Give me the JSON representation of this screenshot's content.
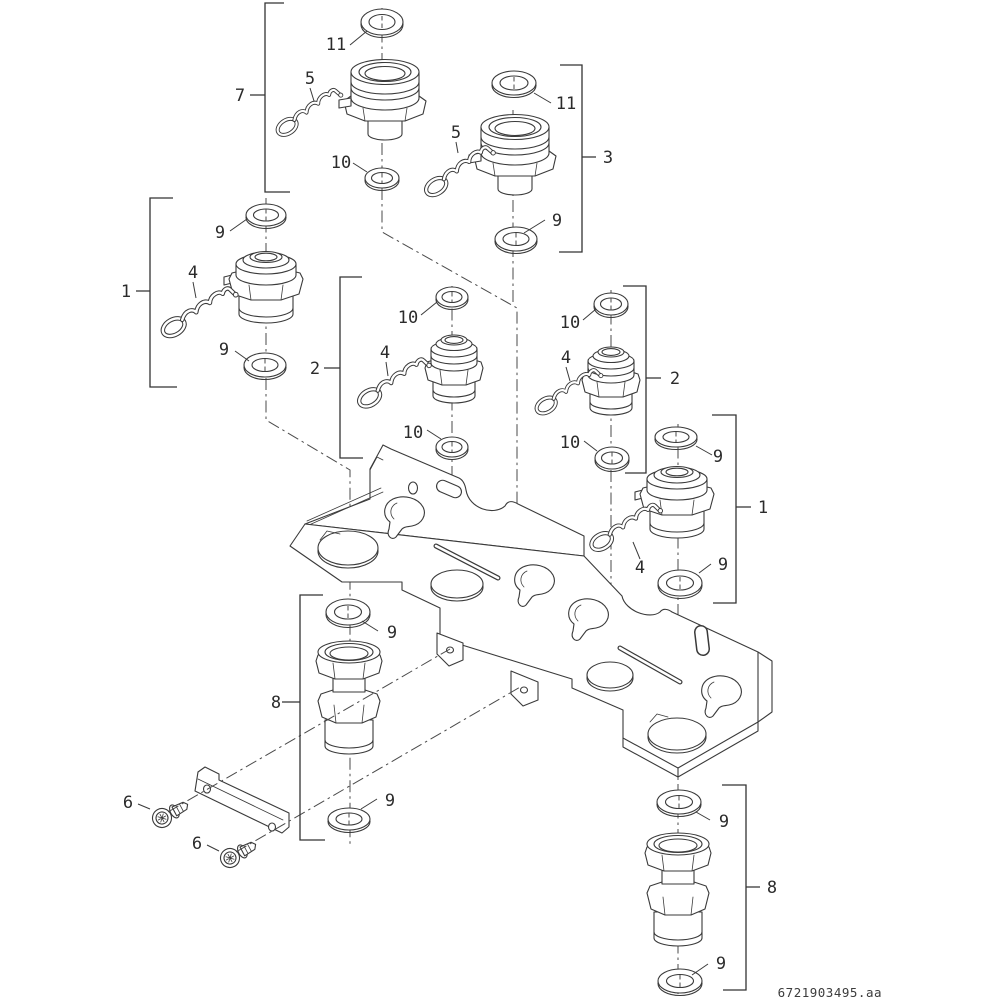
{
  "diagram": {
    "drawing_code": "6721903495.aa",
    "colors": {
      "line": "#3a3a3a",
      "label": "#2b2b2b",
      "background": "#ffffff"
    },
    "assemblies": {
      "top_left": {
        "bracket_label": "7",
        "oring_top_label": "11",
        "clip_label": "5",
        "oring_bottom_label": "10"
      },
      "top_right": {
        "bracket_label": "3",
        "oring_top_label": "11",
        "clip_label": "5",
        "oring_bottom_label": "9"
      },
      "left": {
        "bracket_label": "1",
        "oring_top_label": "9",
        "clip_label": "4",
        "oring_bottom_label": "9"
      },
      "middle": {
        "bracket_label": "2",
        "oring_top_label": "10",
        "clip_label": "4",
        "oring_bottom_label": "10"
      },
      "middle_right": {
        "bracket_label": "2",
        "oring_top_label": "10",
        "clip_label": "4",
        "oring_bottom_label": "10"
      },
      "right": {
        "bracket_label": "1",
        "oring_top_label": "9",
        "clip_label": "4",
        "oring_bottom_label": "9"
      },
      "lower_left": {
        "bracket_label": "8",
        "oring_top_label": "9",
        "oring_bottom_label": "9"
      },
      "bottom_right": {
        "bracket_label": "8",
        "oring_top_label": "9",
        "oring_bottom_label": "9"
      },
      "screws": {
        "left_label": "6",
        "right_label": "6"
      }
    }
  }
}
